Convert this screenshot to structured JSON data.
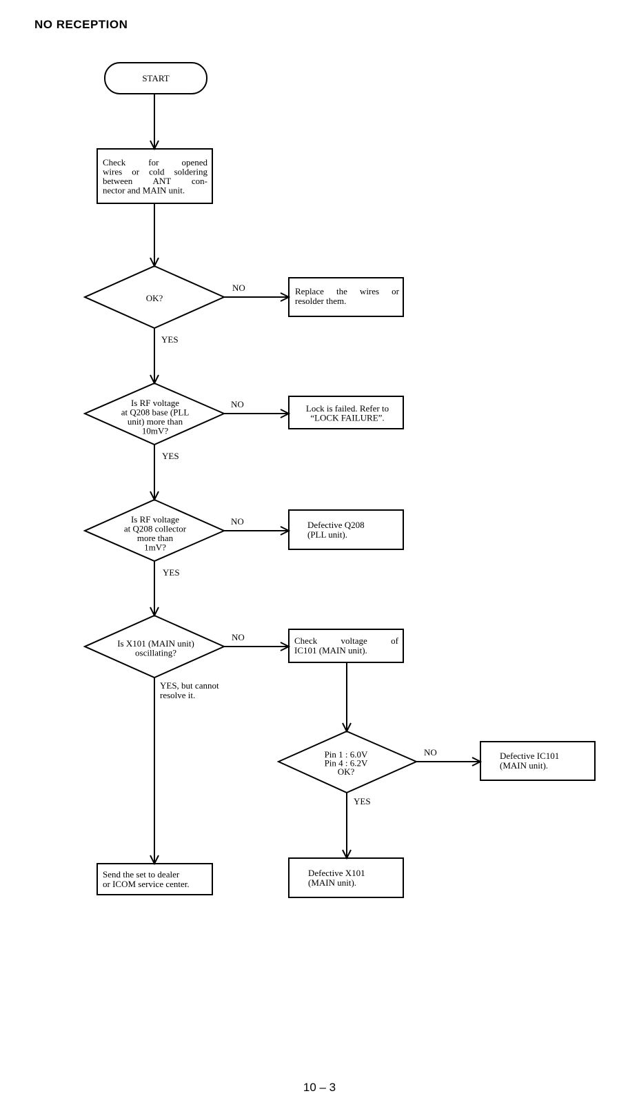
{
  "title": "NO RECEPTION",
  "page_number": "10 – 3",
  "nodes": {
    "start": [
      "START"
    ],
    "check_wires": [
      "Check for opened",
      "wires or cold soldering",
      "between ANT con-",
      "nector and MAIN unit."
    ],
    "ok1": [
      "OK?"
    ],
    "replace_wires": [
      "Replace the wires or",
      "resolder them."
    ],
    "rf_base": [
      "Is RF voltage",
      "at Q208 base (PLL",
      "unit) more than",
      "10mV?"
    ],
    "lock_failed": [
      "Lock is failed. Refer to",
      "“LOCK FAILURE”."
    ],
    "rf_collector": [
      "Is RF voltage",
      "at Q208 collector",
      "more than",
      "1mV?"
    ],
    "defective_q208": [
      "Defective Q208",
      "(PLL unit)."
    ],
    "x101_osc": [
      "Is X101 (MAIN unit)",
      "oscillating?"
    ],
    "check_ic101": [
      "Check voltage of",
      "IC101 (MAIN unit)."
    ],
    "pin_check": [
      "Pin 1 : 6.0V",
      "Pin 4 : 6.2V",
      "OK?"
    ],
    "defective_ic101": [
      "Defective IC101",
      "(MAIN unit)."
    ],
    "send_set": [
      "Send the set to dealer",
      "or ICOM service center."
    ],
    "defective_x101": [
      "Defective X101",
      "(MAIN unit)."
    ]
  },
  "edge_labels": {
    "no1": "NO",
    "yes1": "YES",
    "no2": "NO",
    "yes2": "YES",
    "no3": "NO",
    "yes3": "YES",
    "no4": "NO",
    "yes_resolve": [
      "YES, but cannot",
      "resolve it."
    ],
    "no5": "NO",
    "yes5": "YES"
  }
}
